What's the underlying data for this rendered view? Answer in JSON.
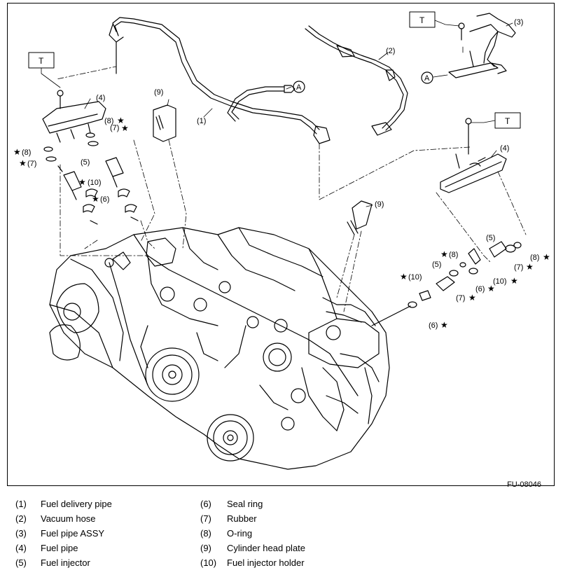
{
  "figure_id": "FU-08046",
  "callouts": {
    "c1": "(1)",
    "c2": "(2)",
    "c3": "(3)",
    "c4a": "(4)",
    "c4b": "(4)",
    "c5a": "(5)",
    "c5b": "(5)",
    "c5c": "(5)",
    "c6a": "(6)",
    "c6b": "(6)",
    "c6c": "(6)",
    "c7a": "(7)",
    "c7b": "(7)",
    "c7c": "(7)",
    "c7d": "(7)",
    "c8a": "(8)",
    "c8b": "(8)",
    "c8c": "(8)",
    "c8d": "(8)",
    "c9a": "(9)",
    "c9b": "(9)",
    "c10a": "(10)",
    "c10b": "(10)",
    "c10c": "(10)",
    "t1": "T",
    "t2": "T",
    "t3": "T",
    "a1": "A",
    "a2": "A"
  },
  "legend": [
    {
      "num": "(1)",
      "text": "Fuel delivery pipe"
    },
    {
      "num": "(2)",
      "text": "Vacuum hose"
    },
    {
      "num": "(3)",
      "text": "Fuel pipe ASSY"
    },
    {
      "num": "(4)",
      "text": "Fuel pipe"
    },
    {
      "num": "(5)",
      "text": "Fuel injector"
    },
    {
      "num": "(6)",
      "text": "Seal ring"
    },
    {
      "num": "(7)",
      "text": "Rubber"
    },
    {
      "num": "(8)",
      "text": "O-ring"
    },
    {
      "num": "(9)",
      "text": "Cylinder head plate"
    },
    {
      "num": "(10)",
      "text": "Fuel injector holder"
    }
  ]
}
